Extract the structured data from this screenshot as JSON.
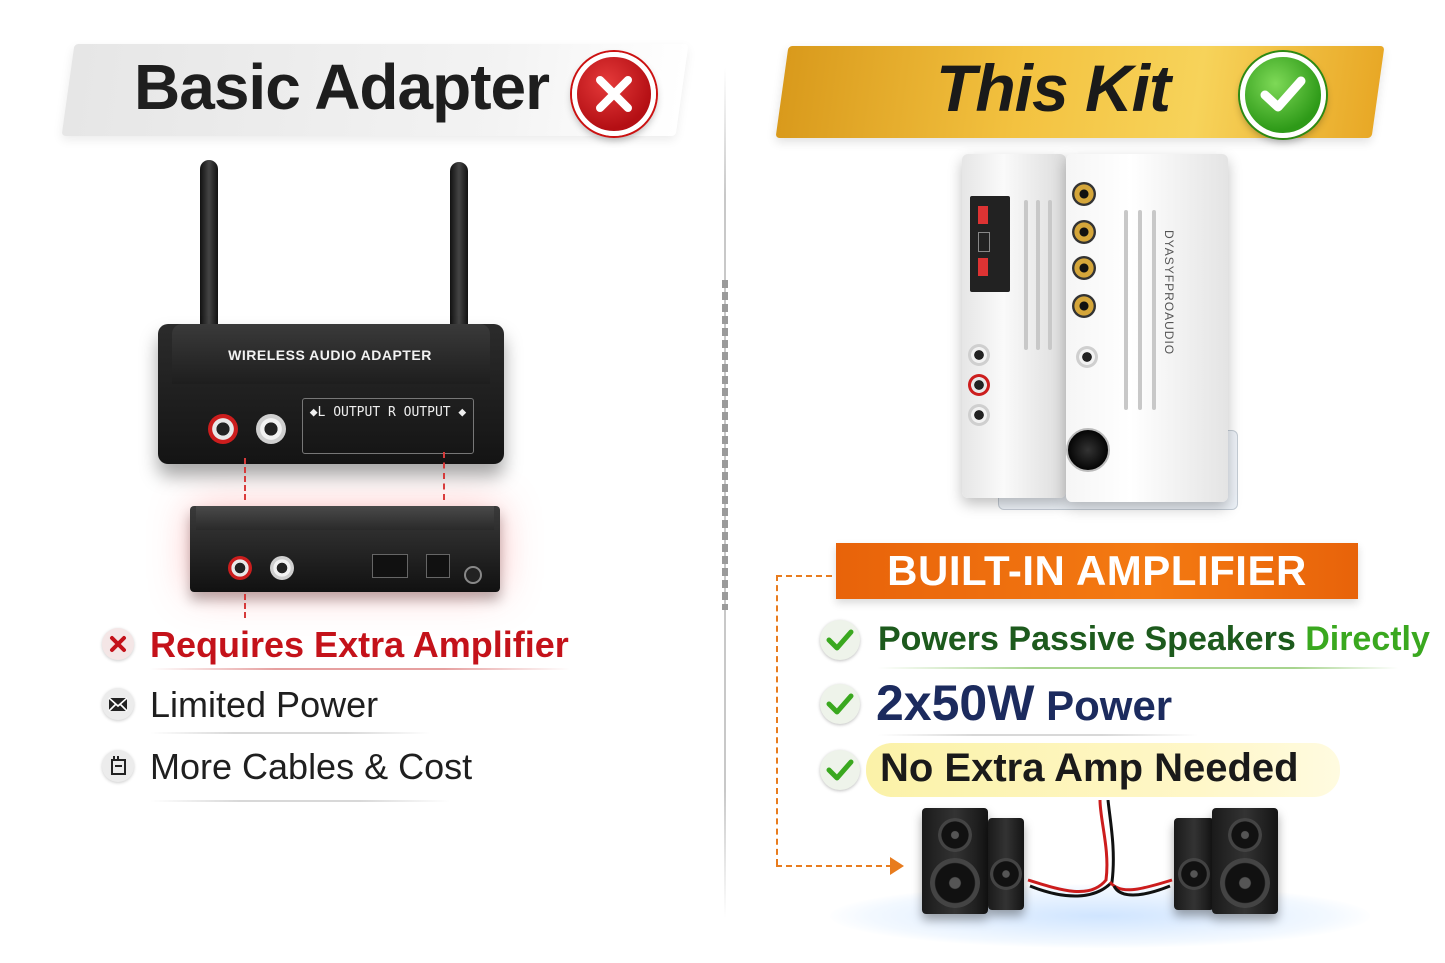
{
  "left": {
    "title": "Basic Adapter",
    "badge_icon": "x-mark-icon",
    "device": {
      "label": "WIRELESS AUDIO ADAPTER",
      "output_labels": "◆L OUTPUT  R OUTPUT ◆"
    },
    "cons": [
      {
        "icon": "x-mark-icon",
        "text": "Requires Extra Amplifier"
      },
      {
        "icon": "envelope-icon",
        "text": "Limited Power"
      },
      {
        "icon": "cable-box-icon",
        "text": "More Cables & Cost"
      }
    ]
  },
  "right": {
    "title": "This Kit",
    "badge_icon": "check-mark-icon",
    "device": {
      "brand": "DYASYFPROAUDIO"
    },
    "banner": "BUILT-IN AMPLIFIER",
    "features": {
      "f1_main": "Powers Passive Speakers ",
      "f1_highlight": "Directly",
      "f2_main": "2x50W",
      "f2_suffix": " Power",
      "f3": "No Extra Amp Needed"
    }
  },
  "colors": {
    "accent_red": "#c4121a",
    "accent_gold": "#f3c240",
    "accent_orange": "#f47a12",
    "accent_green": "#3aa81f",
    "navy": "#1c2b5e"
  }
}
